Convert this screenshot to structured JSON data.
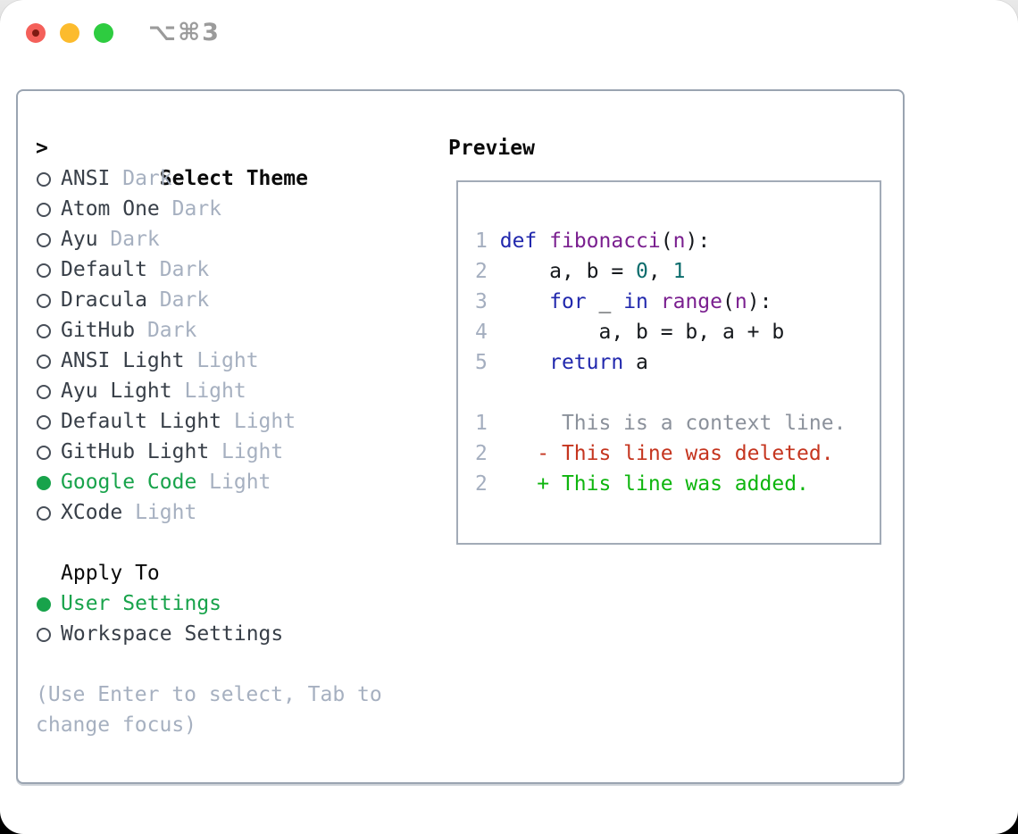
{
  "window": {
    "title": "⌥⌘3"
  },
  "sidebar": {
    "header_prompt": ">",
    "header_label": "Select Theme",
    "themes": [
      {
        "name": "ANSI",
        "tag": "Dark",
        "selected": false
      },
      {
        "name": "Atom One",
        "tag": "Dark",
        "selected": false
      },
      {
        "name": "Ayu",
        "tag": "Dark",
        "selected": false
      },
      {
        "name": "Default",
        "tag": "Dark",
        "selected": false
      },
      {
        "name": "Dracula",
        "tag": "Dark",
        "selected": false
      },
      {
        "name": "GitHub",
        "tag": "Dark",
        "selected": false
      },
      {
        "name": "ANSI Light",
        "tag": "Light",
        "selected": false
      },
      {
        "name": "Ayu Light",
        "tag": "Light",
        "selected": false
      },
      {
        "name": "Default Light",
        "tag": "Light",
        "selected": false
      },
      {
        "name": "GitHub Light",
        "tag": "Light",
        "selected": false
      },
      {
        "name": "Google Code",
        "tag": "Light",
        "selected": true
      },
      {
        "name": "XCode",
        "tag": "Light",
        "selected": false
      }
    ],
    "apply_to": {
      "label": "Apply To",
      "options": [
        {
          "name": "User Settings",
          "selected": true
        },
        {
          "name": "Workspace Settings",
          "selected": false
        }
      ]
    },
    "help_lines": [
      "(Use Enter to select, Tab to",
      "change focus)"
    ]
  },
  "preview": {
    "label": "Preview",
    "code_lines": [
      {
        "num": "1",
        "tokens": [
          [
            " ",
            "pln"
          ],
          [
            "def",
            "kw"
          ],
          [
            " ",
            "pln"
          ],
          [
            "fibonacci",
            "typ"
          ],
          [
            "(",
            "pun"
          ],
          [
            "n",
            "typ"
          ],
          [
            "):",
            "pun"
          ]
        ]
      },
      {
        "num": "2",
        "tokens": [
          [
            "     a, b = ",
            "pln"
          ],
          [
            "0",
            "lit"
          ],
          [
            ", ",
            "pln"
          ],
          [
            "1",
            "lit"
          ]
        ]
      },
      {
        "num": "3",
        "tokens": [
          [
            "     ",
            "pln"
          ],
          [
            "for",
            "kw"
          ],
          [
            " _ ",
            "pln"
          ],
          [
            "in",
            "kw"
          ],
          [
            " ",
            "pln"
          ],
          [
            "range",
            "typ"
          ],
          [
            "(",
            "pun"
          ],
          [
            "n",
            "typ"
          ],
          [
            "):",
            "pun"
          ]
        ]
      },
      {
        "num": "4",
        "tokens": [
          [
            "         a, b = b, a + b",
            "pln"
          ]
        ]
      },
      {
        "num": "5",
        "tokens": [
          [
            "     ",
            "pln"
          ],
          [
            "return",
            "kw"
          ],
          [
            " a",
            "pln"
          ]
        ]
      }
    ],
    "diff_lines": [
      {
        "num": "1",
        "tokens": [
          [
            "      This is a context line.",
            "ctx"
          ]
        ]
      },
      {
        "num": "2",
        "tokens": [
          [
            "    - This line was deleted.",
            "del"
          ]
        ]
      },
      {
        "num": "2",
        "tokens": [
          [
            "    + This line was added.",
            "add"
          ]
        ]
      }
    ]
  },
  "colors": {
    "keyword": "#2128ad",
    "type": "#7a1f8f",
    "literal": "#0b6c6c",
    "plain": "#15181c",
    "line_number": "#a4aebf",
    "context": "#8b919b",
    "deleted": "#c5351f",
    "added": "#0eb50e",
    "selected": "#18a34b",
    "item_text": "#383f48",
    "circle": "#474e58",
    "muted": "#a6b0c0",
    "header_text": "#0a0a0a",
    "panel_border": "#9aa4b1",
    "preview_border": "#a2abb7",
    "title_text": "#9b9b9b",
    "light_red": "#f4605a",
    "red_dot": "#7e1a12",
    "light_yellow": "#fcbb2d",
    "light_green": "#2ecc40"
  }
}
